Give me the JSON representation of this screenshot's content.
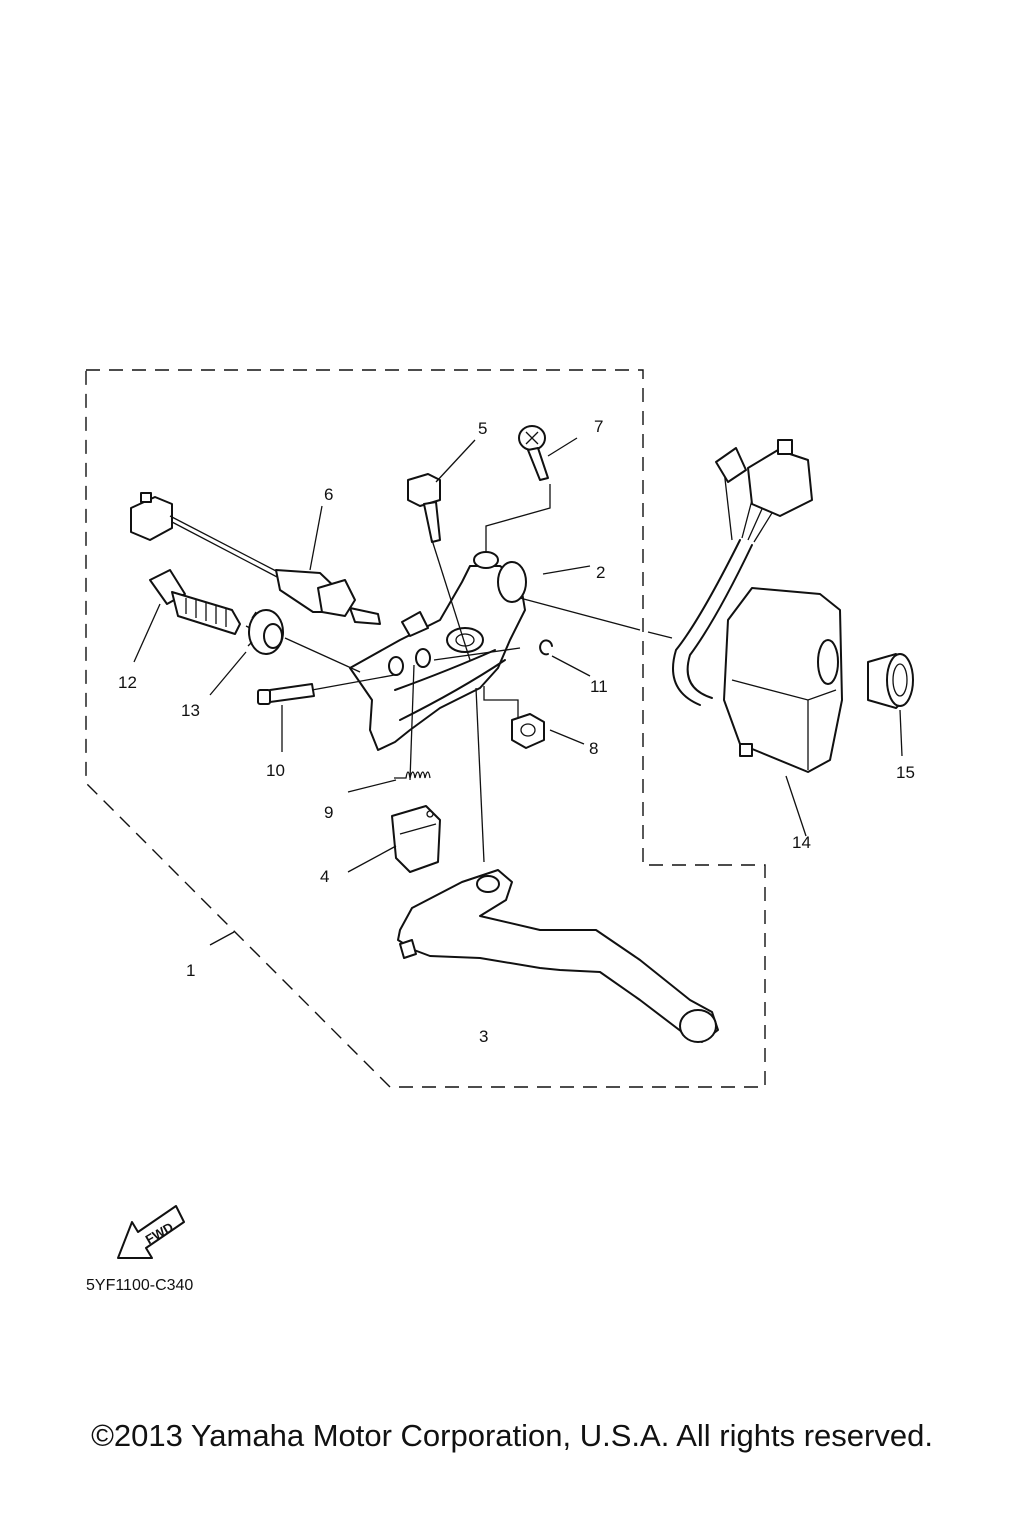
{
  "diagram": {
    "callouts": [
      "1",
      "2",
      "3",
      "4",
      "5",
      "6",
      "7",
      "8",
      "9",
      "10",
      "11",
      "12",
      "13",
      "14",
      "15"
    ],
    "fwd_label": "FWD",
    "drawing_code": "5YF1100-C340"
  },
  "footer": {
    "copyright": "©2013 Yamaha Motor Corporation, U.S.A. All rights reserved."
  }
}
